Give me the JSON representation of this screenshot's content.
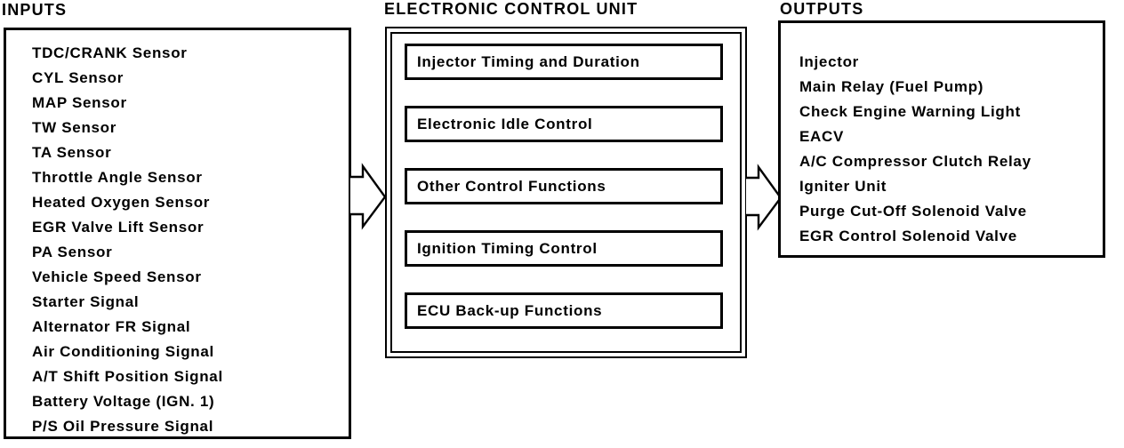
{
  "colors": {
    "ink": "#000000",
    "paper": "#ffffff"
  },
  "inputs": {
    "title": "INPUTS",
    "items": [
      "TDC/CRANK Sensor",
      "CYL Sensor",
      "MAP Sensor",
      "TW Sensor",
      "TA Sensor",
      "Throttle Angle Sensor",
      "Heated Oxygen Sensor",
      "EGR Valve Lift Sensor",
      "PA Sensor",
      "Vehicle Speed Sensor",
      "Starter Signal",
      "Alternator FR Signal",
      "Air Conditioning Signal",
      "A/T Shift Position Signal",
      "Battery Voltage (IGN. 1)",
      "P/S Oil Pressure Signal"
    ]
  },
  "ecu": {
    "title": "ELECTRONIC CONTROL UNIT",
    "functions": [
      "Injector Timing and Duration",
      "Electronic Idle Control",
      "Other Control Functions",
      "Ignition Timing Control",
      "ECU Back-up Functions"
    ]
  },
  "outputs": {
    "title": "OUTPUTS",
    "items": [
      "Injector",
      "Main Relay (Fuel Pump)",
      "Check Engine Warning Light",
      "EACV",
      "A/C Compressor Clutch Relay",
      "Igniter Unit",
      "Purge Cut-Off Solenoid Valve",
      "EGR Control Solenoid Valve"
    ]
  }
}
